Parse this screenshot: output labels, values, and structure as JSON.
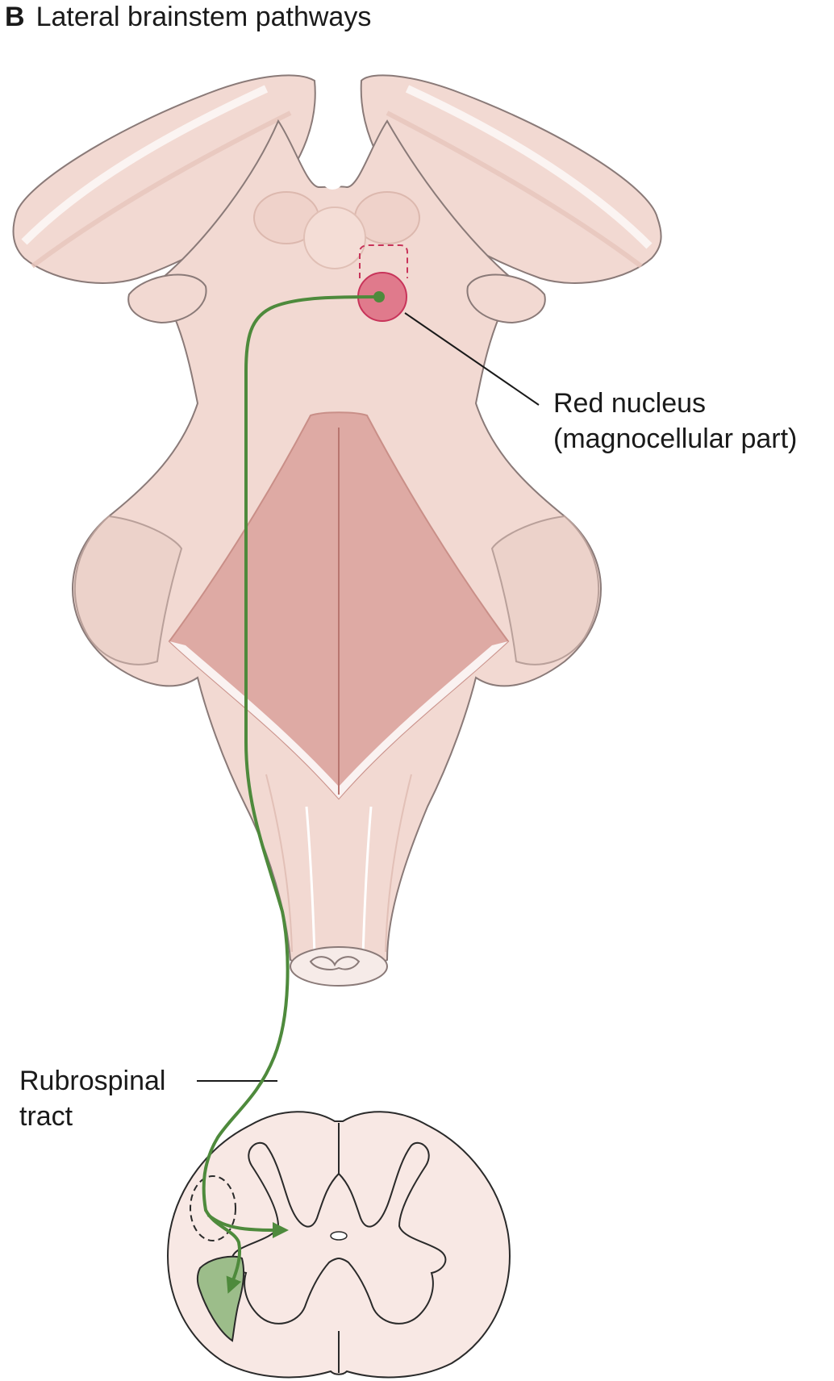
{
  "title": {
    "panel_letter": "B",
    "text": "Lateral brainstem pathways"
  },
  "labels": {
    "red_nucleus": {
      "line1": "Red nucleus",
      "line2": "(magnocellular part)"
    },
    "rubrospinal_tract": {
      "line1": "Rubrospinal",
      "line2": "tract"
    }
  },
  "colors": {
    "brainstem_fill": "#f2d9d2",
    "brainstem_shadow": "#e4c2b9",
    "floor_fill": "#deaaa4",
    "outline": "#8a7a78",
    "red_nucleus": "#e07a8c",
    "red_nucleus_edge": "#c8345a",
    "tract": "#4e8a3c",
    "tract_target": "#9cbd8a",
    "cord_fill": "#f8e8e4",
    "cord_outline": "#2a2a2a"
  }
}
